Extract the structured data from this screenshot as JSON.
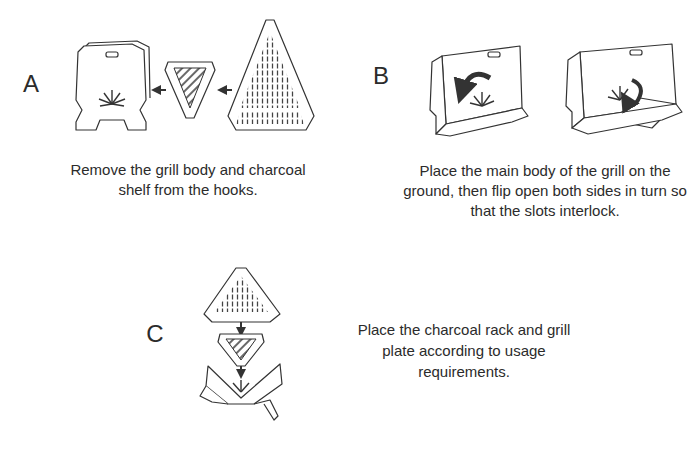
{
  "diagram": {
    "labels": [
      "A",
      "Remove the grill body and charcoal shelf from the hooks.",
      "B",
      "Place the main body of the grill on the ground, then flip open both sides in turn so that the slots interlock.",
      "C",
      "Place the charcoal rack and grill plate according to usage requirements."
    ]
  }
}
